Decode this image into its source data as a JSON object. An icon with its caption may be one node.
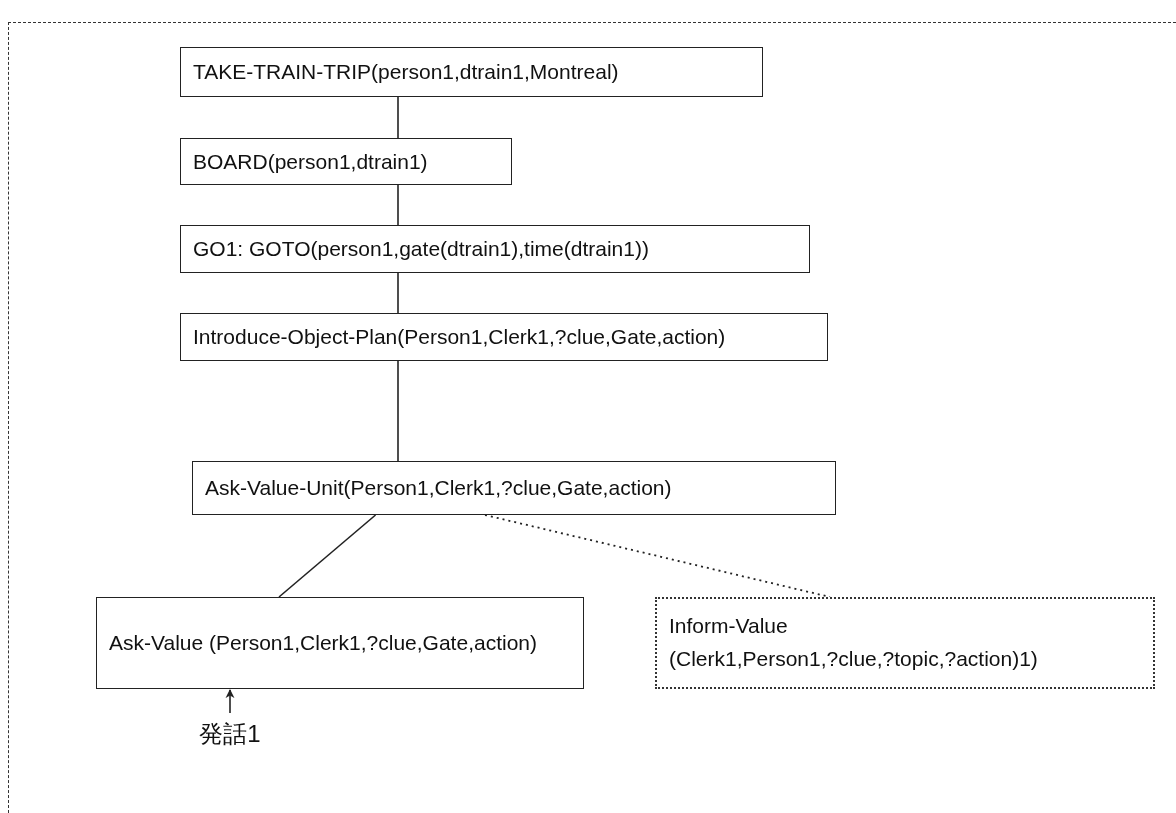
{
  "diagram": {
    "nodes": [
      {
        "text": [
          "TAKE-TRAIN-TRIP(person1,dtrain1,Montreal)"
        ]
      },
      {
        "text": [
          "BOARD(person1,dtrain1)"
        ]
      },
      {
        "text": [
          "GO1: GOTO(person1,gate(dtrain1),time(dtrain1))"
        ]
      },
      {
        "text": [
          "Introduce-Object-Plan(Person1,Clerk1,?clue,Gate,action)"
        ]
      },
      {
        "text": [
          "Ask-Value-Unit(Person1,Clerk1,?clue,Gate,action)"
        ]
      },
      {
        "text": [
          "Ask-Value (Person1,Clerk1,?clue,Gate,action)"
        ]
      },
      {
        "text": [
          "Inform-Value (Clerk1,Person1,?clue,?topic,?action)1)"
        ]
      },
      {
        "text": [
          "発話1"
        ]
      }
    ],
    "edges": [
      {
        "from": 0,
        "to": 1,
        "arrow": "none"
      },
      {
        "from": 1,
        "to": 2,
        "arrow": "none"
      },
      {
        "from": 2,
        "to": 3,
        "arrow": "none"
      },
      {
        "from": 3,
        "to": 4,
        "arrow": "none"
      },
      {
        "from": 4,
        "to": 5,
        "arrow": "none"
      },
      {
        "from": 4,
        "to": 6,
        "arrow": "none",
        "style": "dashed"
      },
      {
        "from": 7,
        "to": 5,
        "arrow": "to"
      }
    ]
  }
}
